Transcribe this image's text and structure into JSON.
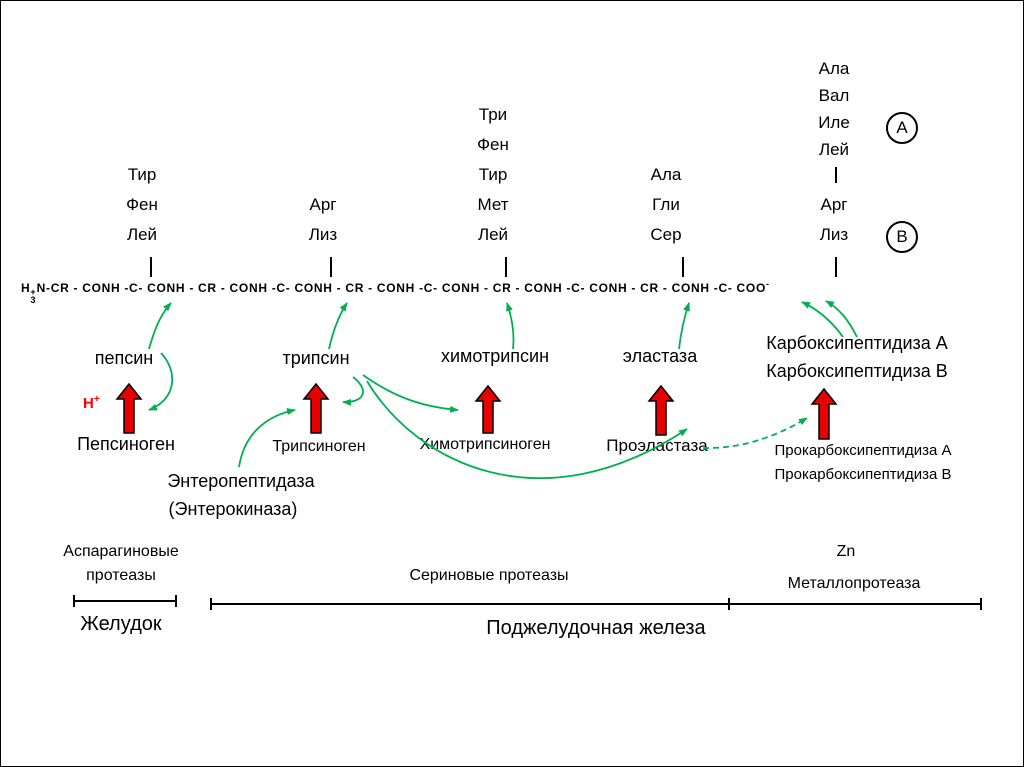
{
  "residues": {
    "pepsin": [
      "Тир",
      "Фен",
      "Лей"
    ],
    "trypsin": [
      "Арг",
      "Лиз"
    ],
    "chymotrypsin": [
      "Три",
      "Фен",
      "Тир",
      "Мет",
      "Лей"
    ],
    "elastase": [
      "Ала",
      "Гли",
      "Сер"
    ],
    "carboxypeptidase_a": [
      "Ала",
      "Вал",
      "Иле",
      "Лей"
    ],
    "carboxypeptidase_b": [
      "Арг",
      "Лиз"
    ]
  },
  "markers": {
    "a": "А",
    "b": "В"
  },
  "chain": {
    "h": "H",
    "plus": "+",
    "three": "3",
    "body": "N-CR - CONH -C- CONH - CR - CONH -C- CONH - CR - CONH -C- CONH - CR - CONH -C- CONH - CR - CONH -C- COO",
    "tail_sup": "-"
  },
  "enzymes": {
    "pepsin": "пепсин",
    "trypsin": "трипсин",
    "chymotrypsin": "химотрипсин",
    "elastase": "эластаза",
    "carboxypeptidase_a": "Карбоксипептидиза А",
    "carboxypeptidase_b": "Карбоксипептидиза В"
  },
  "zymogens": {
    "pepsinogen": "Пепсиноген",
    "trypsinogen": "Трипсиноген",
    "chymotrypsinogen": "Химотрипсиноген",
    "proelastase": "Проэластаза",
    "procarboxypeptidase_a": "Прокарбоксипептидиза А",
    "procarboxypeptidase_b": "Прокарбоксипептидиза В"
  },
  "activator": {
    "line1": "Энтеропептидаза",
    "line2": "(Энтерокиназа)"
  },
  "h_ion": {
    "base": "Н",
    "sup": "+"
  },
  "families": {
    "aspartic_line1": "Аспарагиновые",
    "aspartic_line2": "протеазы",
    "serine": "Сериновые протеазы",
    "metallo_line1": "Zn",
    "metallo_line2": "Металлопротеаза"
  },
  "organs": {
    "stomach": "Желудок",
    "pancreas": "Поджелудочная железа"
  },
  "colors": {
    "activation_green": "#00b050",
    "arrow_red": "#e60000",
    "ion_red": "#ff0000",
    "ink": "#000000"
  }
}
